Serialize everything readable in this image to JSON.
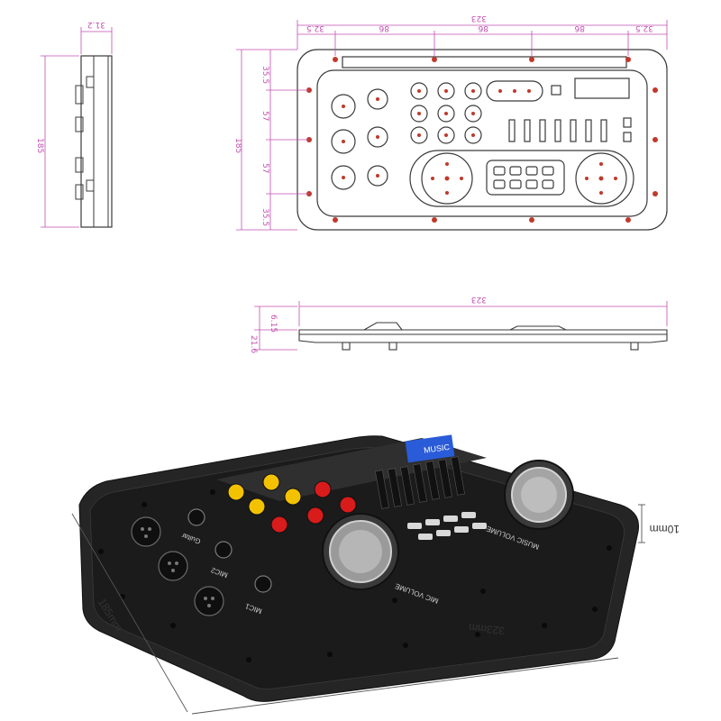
{
  "top_view": {
    "width_label": "323",
    "segments": [
      "32.5",
      "86",
      "86",
      "86",
      "32.5"
    ],
    "height_label": "185",
    "row_segments": [
      "35.5",
      "57",
      "57",
      "35.5"
    ]
  },
  "side_view": {
    "depth_label": "31.2",
    "height_label": "185"
  },
  "front_view": {
    "width_label": "323",
    "thick_top": "6.15",
    "thick_bottom": "21.6"
  },
  "photo": {
    "width_label": "323mm",
    "depth_label": "185mm",
    "thickness_label": "10mm",
    "display_text": "MUSIC",
    "jack_labels": [
      "Guitar",
      "MIC2",
      "MIC1"
    ],
    "knob_labels": [
      "MIC VOLUME",
      "MUSIC VOLUME"
    ]
  },
  "colors": {
    "dimension": "#c24fb0",
    "drawing": "#3a3a3a",
    "panel": "#1e1e1e",
    "knob_yellow": "#f2c200",
    "knob_red": "#d81b1b",
    "display": "#2a5bd8"
  }
}
